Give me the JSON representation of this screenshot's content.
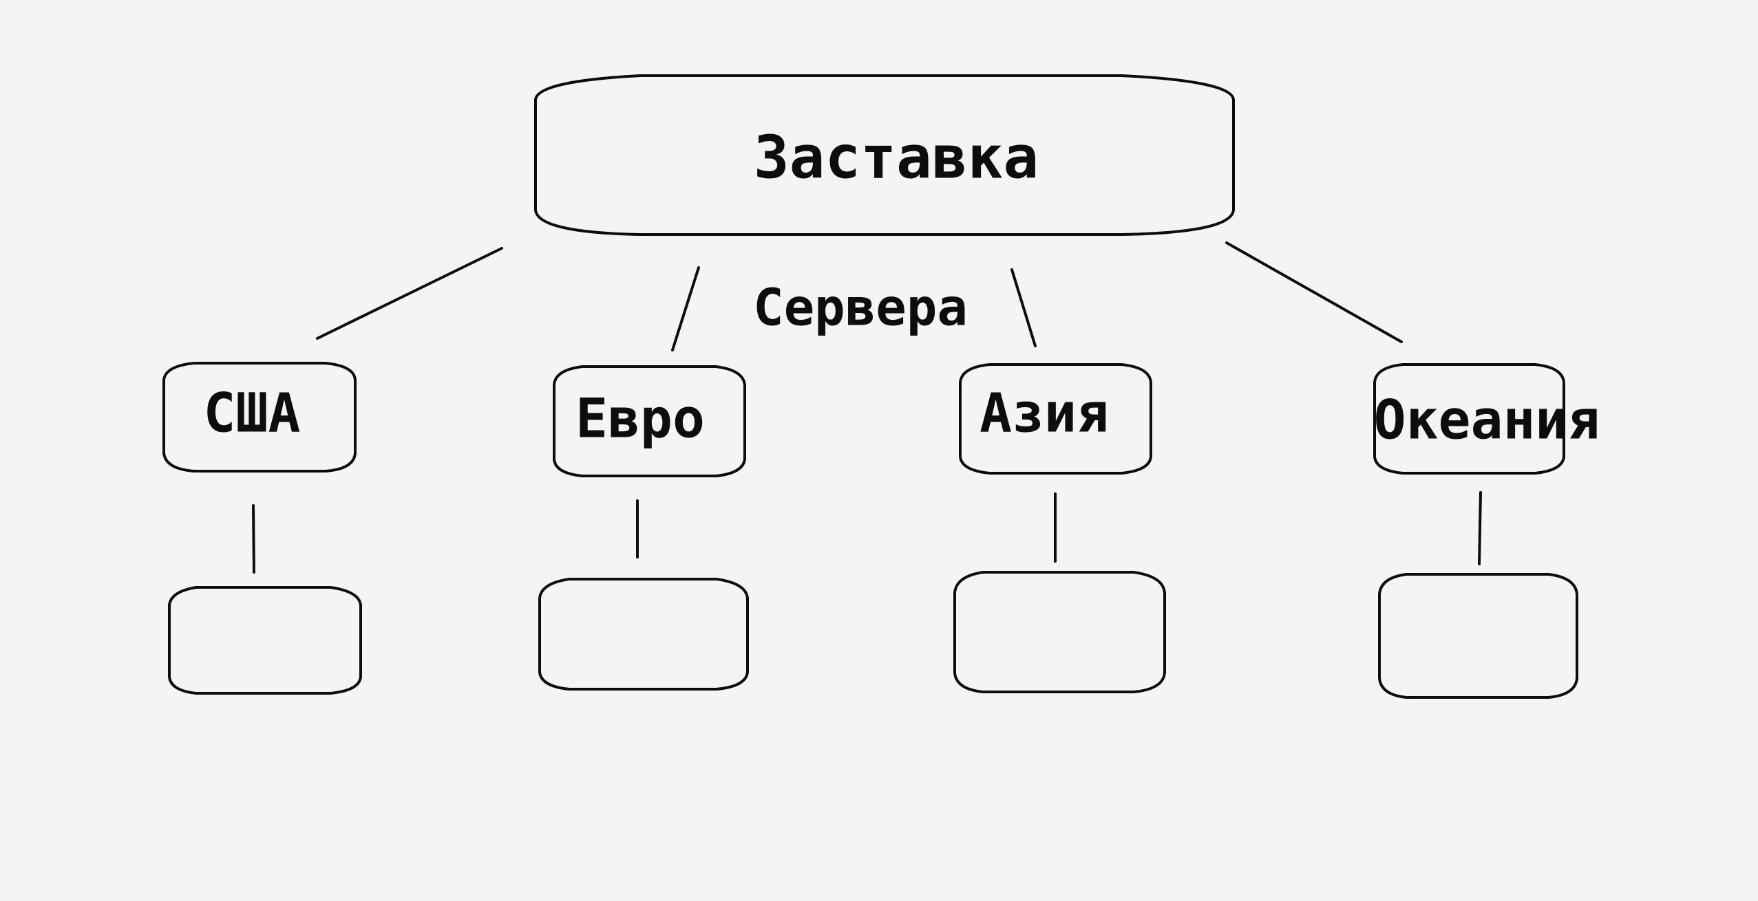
{
  "diagram": {
    "root": {
      "label": "Заставка"
    },
    "edge_label": "Сервера",
    "regions": [
      {
        "key": "usa",
        "label": "США",
        "child_label": ""
      },
      {
        "key": "euro",
        "label": "Евро",
        "child_label": ""
      },
      {
        "key": "asia",
        "label": "Азия",
        "child_label": ""
      },
      {
        "key": "oceania",
        "label": "Океания",
        "child_label": ""
      }
    ]
  },
  "colors": {
    "background": "#f4f4f4",
    "stroke": "#0d0d0d",
    "text": "#0d0d0d"
  }
}
